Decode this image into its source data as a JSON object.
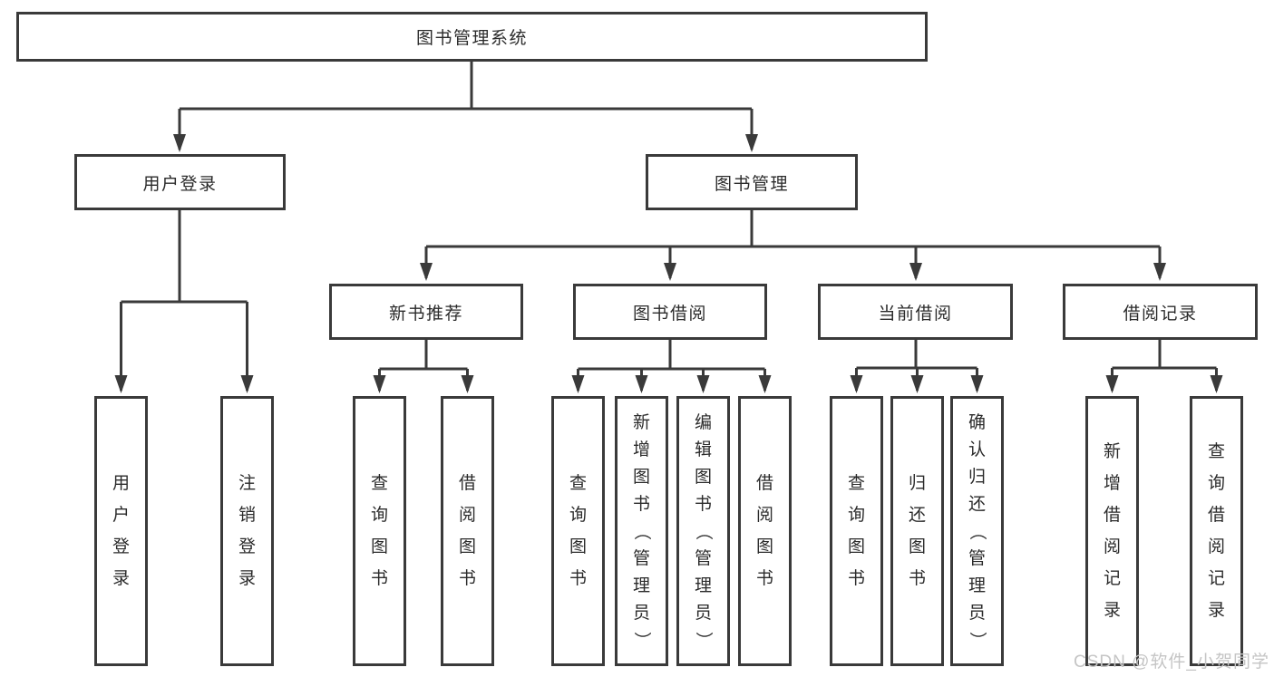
{
  "diagram": {
    "title": "图书管理系统",
    "root": {
      "label": "图书管理系统"
    },
    "branches": [
      {
        "label": "用户登录",
        "children": [
          {
            "label": "用户登录"
          },
          {
            "label": "注销登录"
          }
        ]
      },
      {
        "label": "图书管理",
        "children": [
          {
            "label": "新书推荐",
            "children": [
              {
                "label": "查询图书"
              },
              {
                "label": "借阅图书"
              }
            ]
          },
          {
            "label": "图书借阅",
            "children": [
              {
                "label": "查询图书"
              },
              {
                "label": "新增图书（管理员）"
              },
              {
                "label": "编辑图书（管理员）"
              },
              {
                "label": "借阅图书"
              }
            ]
          },
          {
            "label": "当前借阅",
            "children": [
              {
                "label": "查询图书"
              },
              {
                "label": "归还图书"
              },
              {
                "label": "确认归还（管理员）"
              }
            ]
          },
          {
            "label": "借阅记录",
            "children": [
              {
                "label": "新增借阅记录"
              },
              {
                "label": "查询借阅记录"
              }
            ]
          }
        ]
      }
    ]
  },
  "watermark": "CSDN @软件_小贺同学",
  "colors": {
    "line": "#3a3a3a",
    "text": "#2b2b2b",
    "background": "#ffffff",
    "watermark": "#c5c5c5"
  }
}
